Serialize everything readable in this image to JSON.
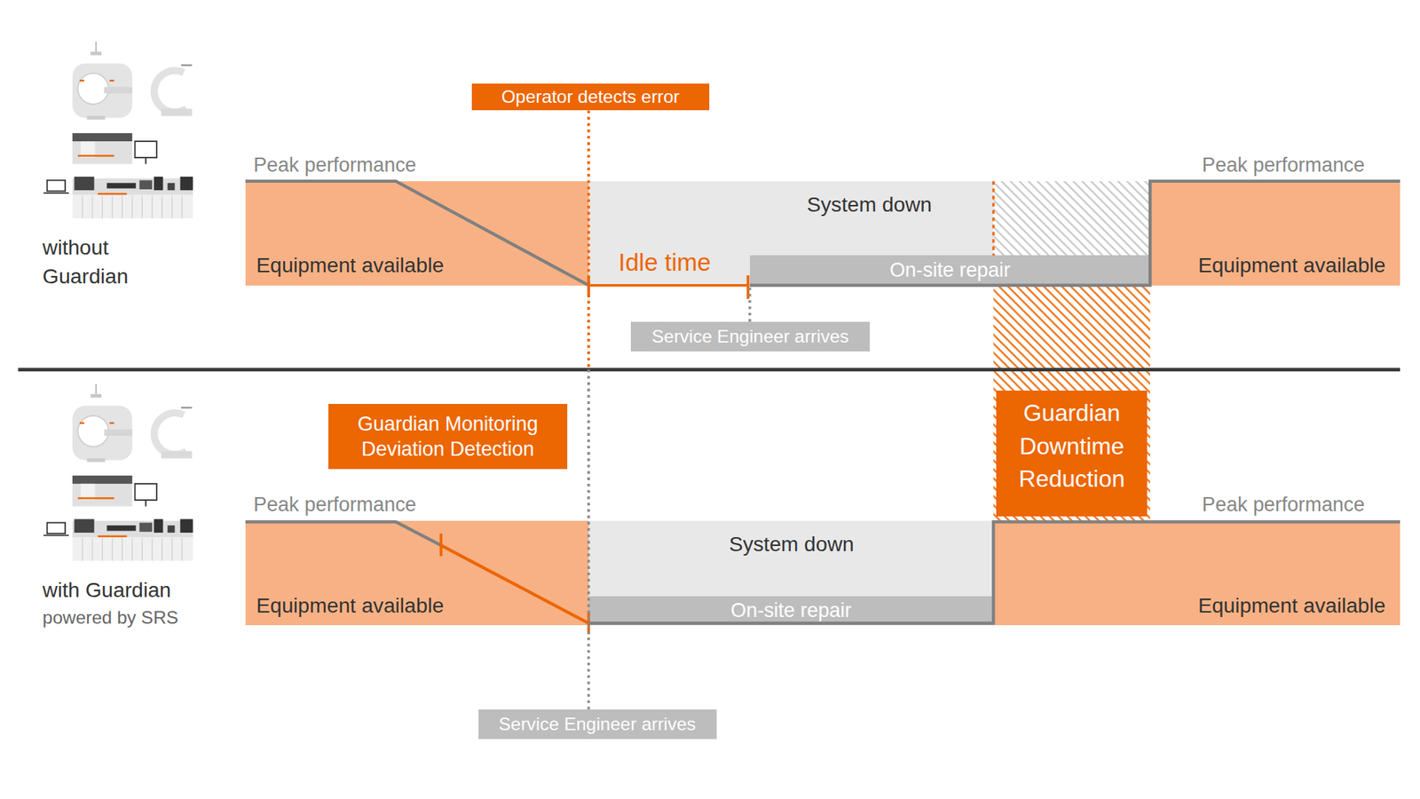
{
  "diagram": {
    "nodes": [
      {
        "text": [
          "Peak performance",
          "Equipment available"
        ]
      },
      {
        "text": [
          "Operator detects error"
        ]
      },
      {
        "text": [
          "System down"
        ]
      },
      {
        "text": [
          "On-site repair"
        ],
        "in": 2
      },
      {
        "text": [
          "Service Engineer arrives"
        ]
      },
      {
        "text": [
          "Peak performance",
          "Equipment available"
        ]
      },
      {
        "text": [
          "Guardian Monitoring Deviation Detection"
        ]
      },
      {
        "text": [
          "Guardian Downtime Reduction"
        ]
      },
      {
        "text": [
          "Peak performance",
          "Equipment available"
        ]
      },
      {
        "text": [
          "System down"
        ]
      },
      {
        "text": [
          "On-site repair"
        ],
        "in": 9
      },
      {
        "text": [
          "Service Engineer arrives"
        ]
      },
      {
        "text": [
          "Peak performance",
          "Equipment available"
        ]
      }
    ],
    "edges": [
      {
        "from": 4,
        "to": 3,
        "arrow": "none"
      },
      {
        "from": 11,
        "to": 10,
        "arrow": "none"
      }
    ],
    "labels": [
      "without Guardian",
      "Idle time",
      "with Guardian",
      "powered by SRS"
    ]
  }
}
